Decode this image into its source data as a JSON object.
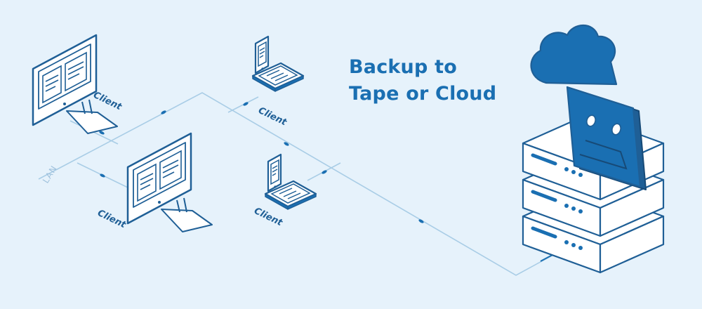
{
  "diagram": {
    "title_lines": [
      "Backup to",
      "Tape or Cloud"
    ],
    "network_label": "LAN",
    "clients": [
      {
        "label": "Client",
        "device": "desktop-monitor"
      },
      {
        "label": "Client",
        "device": "desktop-monitor"
      },
      {
        "label": "Client",
        "device": "tablet-with-phone"
      },
      {
        "label": "Client",
        "device": "tablet-with-phone"
      }
    ],
    "server": {
      "device": "server-stack",
      "units": 3
    },
    "backup_targets": [
      "cloud-icon",
      "tape-cassette-icon"
    ]
  },
  "colors": {
    "background": "#e6f2fb",
    "accent": "#1a6fb2",
    "line": "#a9cde6",
    "outline": "#1f5f96",
    "fill": "#ffffff"
  }
}
